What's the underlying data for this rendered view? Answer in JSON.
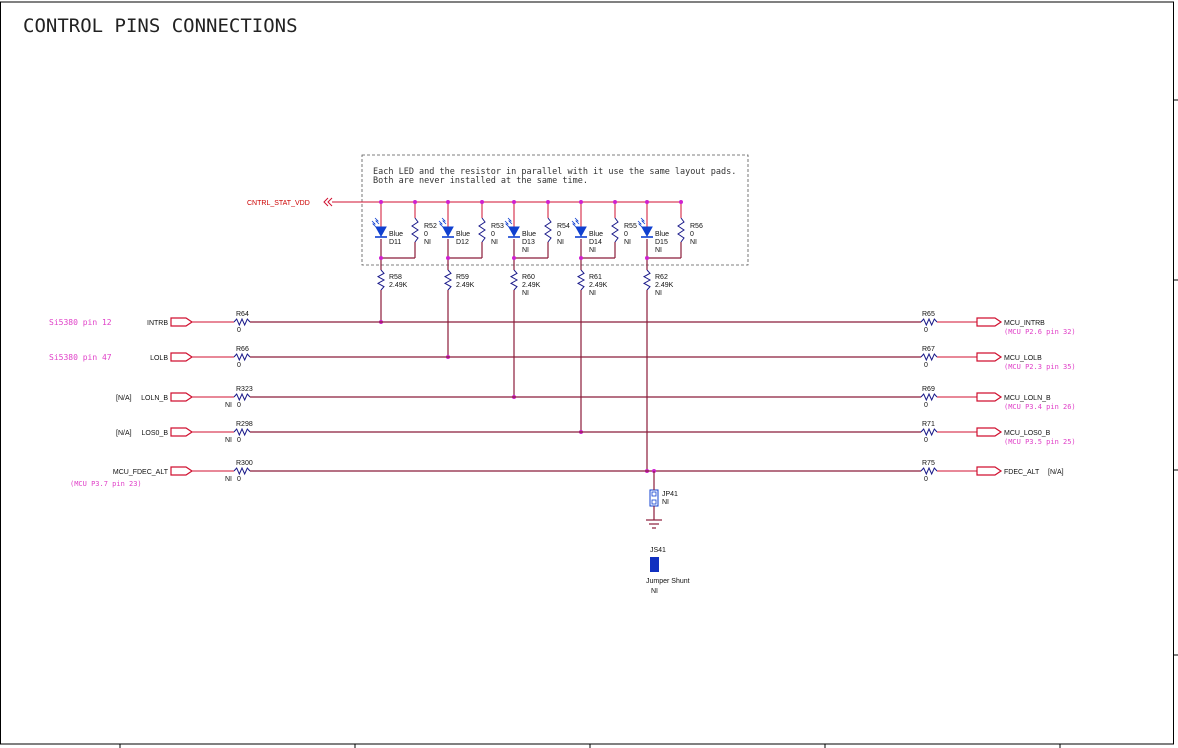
{
  "title": "CONTROL PINS CONNECTIONS",
  "note": {
    "line1": "Each LED and the resistor in parallel with it use the same layout pads.",
    "line2": "Both are  never installed at the same time."
  },
  "power_net": "CNTRL_STAT_VDD",
  "leds": [
    {
      "ref": "D11",
      "color": "Blue",
      "ni": ""
    },
    {
      "ref": "D12",
      "color": "Blue",
      "ni": ""
    },
    {
      "ref": "D13",
      "color": "Blue",
      "ni": "NI"
    },
    {
      "ref": "D14",
      "color": "Blue",
      "ni": "NI"
    },
    {
      "ref": "D15",
      "color": "Blue",
      "ni": "NI"
    }
  ],
  "parallel_resistors": [
    {
      "ref": "R52",
      "value": "0",
      "ni": "NI"
    },
    {
      "ref": "R53",
      "value": "0",
      "ni": "NI"
    },
    {
      "ref": "R54",
      "value": "0",
      "ni": "NI"
    },
    {
      "ref": "R55",
      "value": "0",
      "ni": "NI"
    },
    {
      "ref": "R56",
      "value": "0",
      "ni": "NI"
    }
  ],
  "series_resistors": [
    {
      "ref": "R58",
      "value": "2.49K",
      "ni": ""
    },
    {
      "ref": "R59",
      "value": "2.49K",
      "ni": ""
    },
    {
      "ref": "R60",
      "value": "2.49K",
      "ni": "NI"
    },
    {
      "ref": "R61",
      "value": "2.49K",
      "ni": "NI"
    },
    {
      "ref": "R62",
      "value": "2.49K",
      "ni": "NI"
    }
  ],
  "signals": [
    {
      "left_note": "Si5380 pin 12",
      "left_tag": "",
      "left_net": "INTRB",
      "left_res": "R64",
      "left_val": "0",
      "left_ni": "",
      "left_sub": "",
      "right_res": "R65",
      "right_val": "0",
      "right_net": "MCU_INTRB",
      "right_note": "(MCU P2.6 pin 32)",
      "right_tag": ""
    },
    {
      "left_note": "Si5380 pin 47",
      "left_tag": "",
      "left_net": "LOLB",
      "left_res": "R66",
      "left_val": "0",
      "left_ni": "",
      "left_sub": "",
      "right_res": "R67",
      "right_val": "0",
      "right_net": "MCU_LOLB",
      "right_note": "(MCU P2.3 pin 35)",
      "right_tag": ""
    },
    {
      "left_note": "",
      "left_tag": "[N/A]",
      "left_net": "LOLN_B",
      "left_res": "R323",
      "left_val": "0",
      "left_ni": "NI",
      "left_sub": "",
      "right_res": "R69",
      "right_val": "0",
      "right_net": "MCU_LOLN_B",
      "right_note": "(MCU P3.4 pin 26)",
      "right_tag": ""
    },
    {
      "left_note": "",
      "left_tag": "[N/A]",
      "left_net": "LOS0_B",
      "left_res": "R298",
      "left_val": "0",
      "left_ni": "NI",
      "left_sub": "",
      "right_res": "R71",
      "right_val": "0",
      "right_net": "MCU_LOS0_B",
      "right_note": "(MCU P3.5 pin 25)",
      "right_tag": ""
    },
    {
      "left_note": "",
      "left_tag": "",
      "left_net": "MCU_FDEC_ALT",
      "left_res": "R300",
      "left_val": "0",
      "left_ni": "NI",
      "left_sub": "(MCU P3.7 pin 23)",
      "right_res": "R75",
      "right_val": "0",
      "right_net": "FDEC_ALT",
      "right_note": "",
      "right_tag": "[N/A]"
    }
  ],
  "jumper": {
    "ref": "JP41",
    "ni": "NI"
  },
  "shunt": {
    "ref": "JS41",
    "label": "Jumper Shunt",
    "ni": "NI"
  }
}
